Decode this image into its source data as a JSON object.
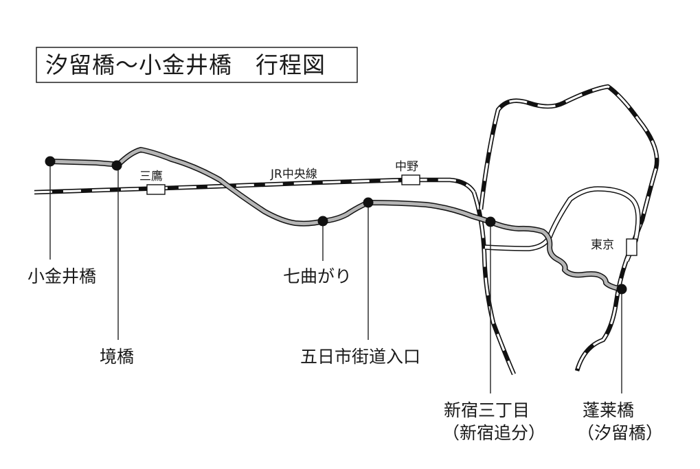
{
  "title": "汐留橋〜小金井橋　行程図",
  "rail": {
    "line_name": "JR中央線",
    "stations": {
      "mitaka": "三鷹",
      "nakano": "中野",
      "tokyo": "東京"
    }
  },
  "points": {
    "koganei": "小金井橋",
    "sakai": "境橋",
    "nanamagari": "七曲がり",
    "itsukaichi": "五日市街道入口",
    "shinjuku_main": "新宿三丁目",
    "shinjuku_sub": "（新宿追分）",
    "horai_main": "蓬莱橋",
    "horai_sub": "（汐留橋）"
  },
  "colors": {
    "route_fill": "#b5b5b5",
    "line": "#111111",
    "background": "#ffffff"
  }
}
